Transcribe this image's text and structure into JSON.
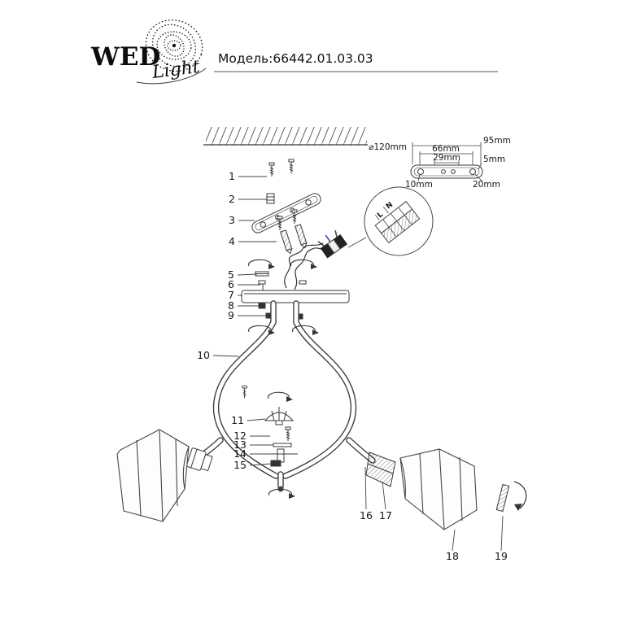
{
  "header": {
    "brand": "WED",
    "brand_script": "Light",
    "model_label": "Модель:66442.01.03.03"
  },
  "detail": {
    "diameter": "⌀120mm",
    "len66": "66mm",
    "len29": "29mm",
    "len95": "95mm",
    "thick5": "5mm",
    "hole10": "10mm",
    "hole20": "20mm"
  },
  "wiring": {
    "live": "L",
    "neutral": "N"
  },
  "colors": {
    "line": "#3a3a3a",
    "wire_blue": "#3b4db0",
    "wire_red": "#7a2f35"
  },
  "parts": [
    "1",
    "2",
    "3",
    "4",
    "5",
    "6",
    "7",
    "8",
    "9",
    "10",
    "11",
    "12",
    "13",
    "14",
    "15",
    "16",
    "17",
    "18",
    "19"
  ]
}
